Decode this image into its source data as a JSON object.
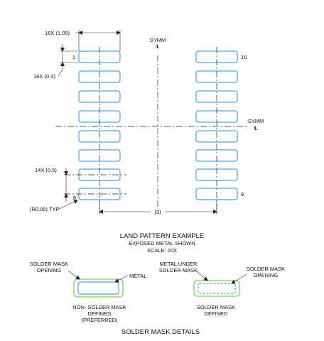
{
  "drawing": {
    "dims": {
      "pad_length": "16X (1.05)",
      "pad_pitch_label_1": "1",
      "pad_width": "16X (0.3)",
      "pitch": "14X (0.5)",
      "corner_radius": "(R0.05) TYP",
      "pin_8": "8",
      "pin_9": "9",
      "pin_16": "16",
      "row_spacing": "(3)"
    },
    "symm_top": "SYMM",
    "symm_right": "SYMM",
    "centerline_glyph": "℄",
    "land_pattern_title": "LAND PATTERN EXAMPLE",
    "land_pattern_sub1": "EXPOSED METAL SHOWN",
    "land_pattern_sub2": "SCALE: 20X",
    "nsmd": {
      "opening_label_1": "SOLDER MASK",
      "opening_label_2": "OPENING",
      "metal_label": "METAL",
      "caption_1": "NON- SOLDER MASK",
      "caption_2": "DEFINED",
      "caption_3": "(PREFERRED)"
    },
    "smd": {
      "metal_under_1": "METAL UNDER",
      "metal_under_2": "SOLDER MASK",
      "opening_label_1": "SOLDER MASK",
      "opening_label_2": "OPENING",
      "caption_1": "SOLDER MASK",
      "caption_2": "DEFINED"
    },
    "details_title": "SOLDER MASK DETAILS",
    "colors": {
      "pad": "#1f8fe0",
      "mask": "#7fd04a",
      "line": "#222222"
    }
  }
}
